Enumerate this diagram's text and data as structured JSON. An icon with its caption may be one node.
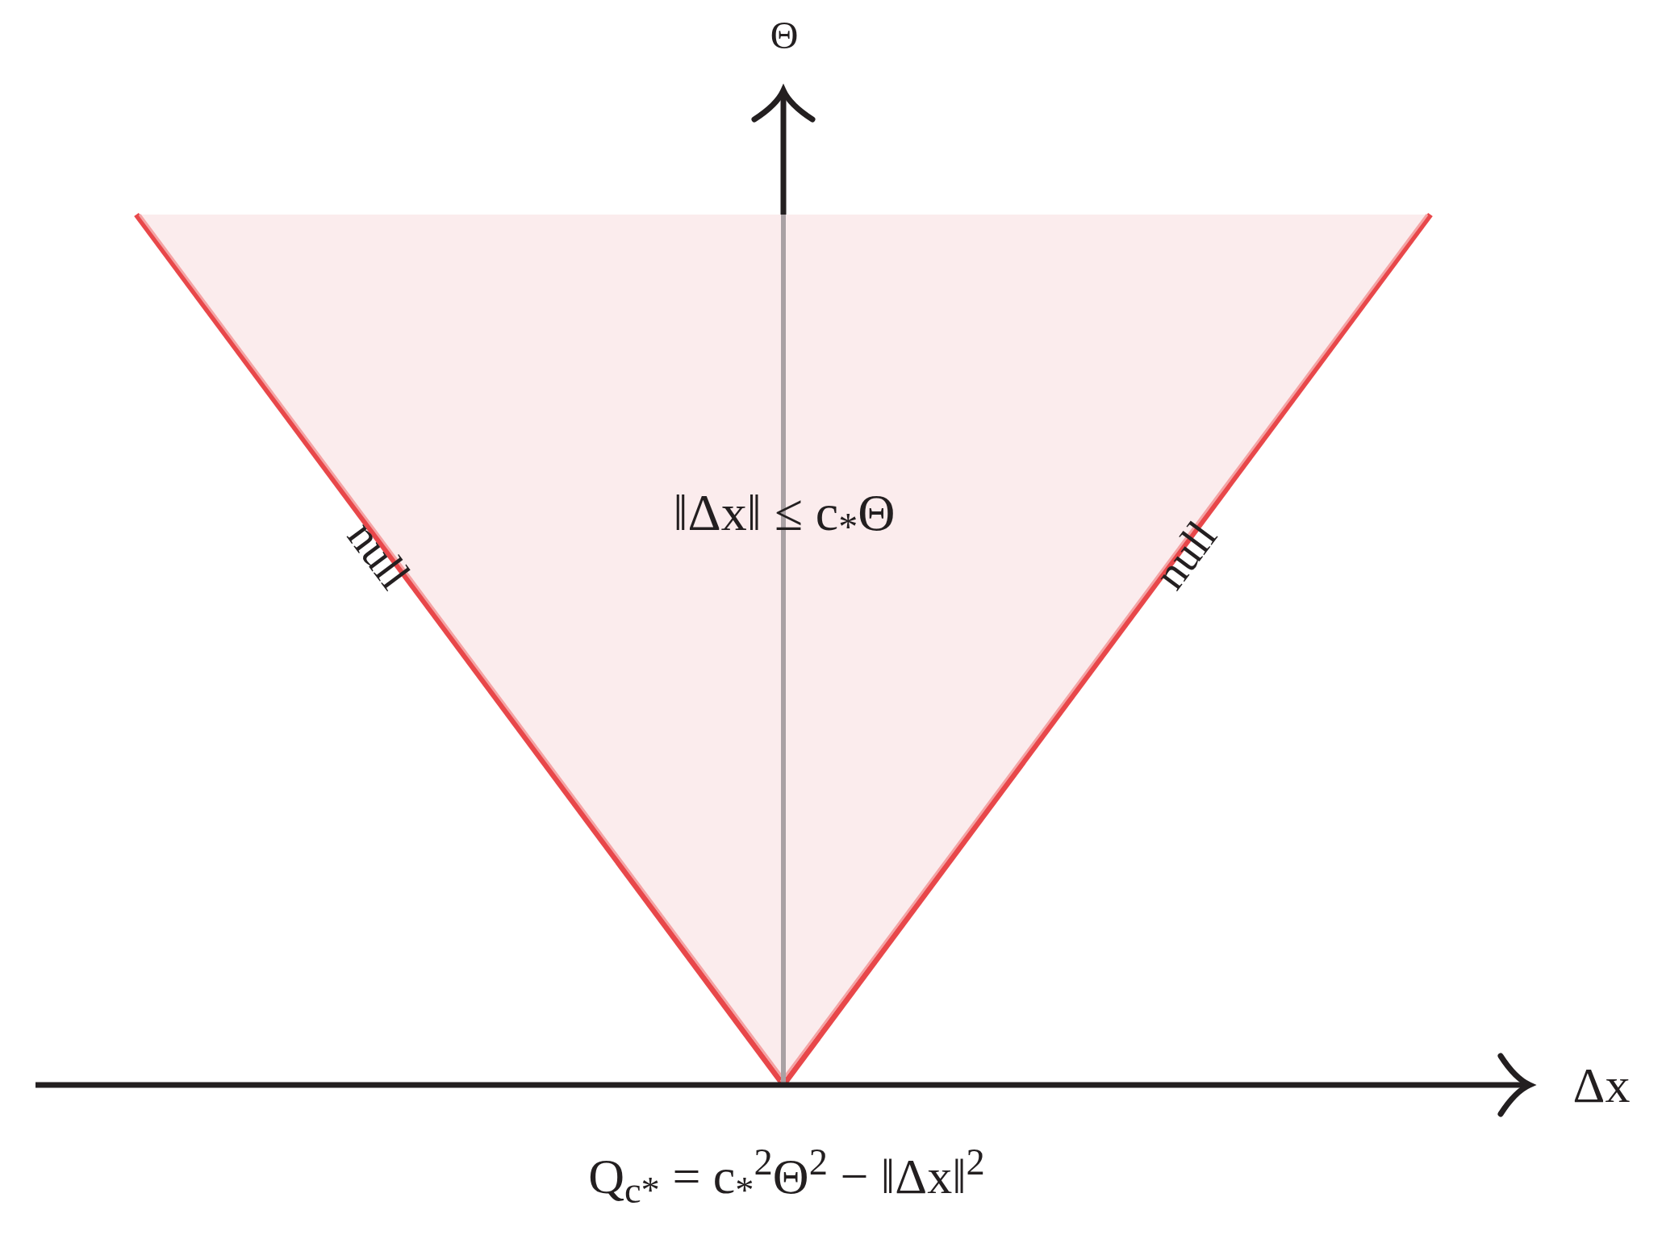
{
  "diagram": {
    "labels": [
      "Θ",
      "null",
      "‖Δx‖ ≤ c$_{*}$Θ",
      "null",
      "Δx",
      "Q$_{c*}$ = c$_{*}$$^{2}$Θ$^{2}$ − ‖Δx‖$^{2}$"
    ]
  }
}
